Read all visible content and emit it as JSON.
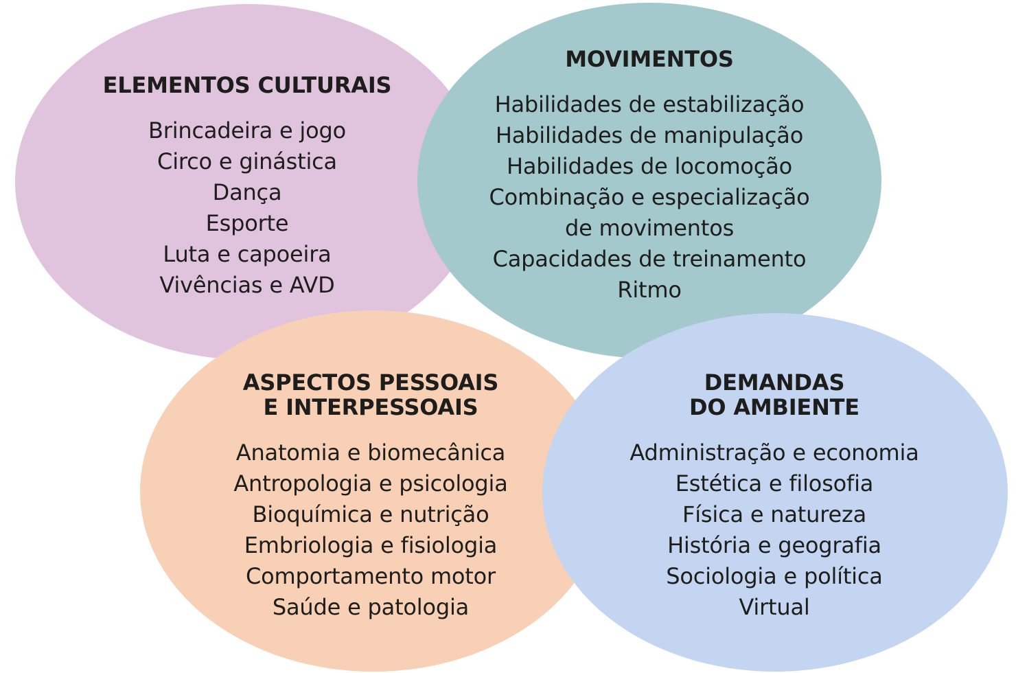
{
  "colors": {
    "elementos_culturais": "#e0c3dc",
    "movimentos": "#a4c9cd",
    "aspectos_pessoais": "#f8d0b5",
    "demandas_ambiente": "#c3d5f0",
    "text": "#1d1d1b"
  },
  "circles": {
    "elementos_culturais": {
      "title_lines": [
        "ELEMENTOS CULTURAIS"
      ],
      "items": [
        "Brincadeira e jogo",
        "Circo e ginástica",
        "Dança",
        "Esporte",
        "Luta e capoeira",
        "Vivências e AVD"
      ]
    },
    "movimentos": {
      "title_lines": [
        "MOVIMENTOS"
      ],
      "items": [
        "Habilidades de estabilização",
        "Habilidades de manipulação",
        "Habilidades de locomoção",
        "Combinação e especialização",
        "de movimentos",
        "Capacidades de treinamento",
        "Ritmo"
      ]
    },
    "aspectos_pessoais": {
      "title_lines": [
        "ASPECTOS PESSOAIS",
        "E INTERPESSOAIS"
      ],
      "items": [
        "Anatomia e biomecânica",
        "Antropologia e psicologia",
        "Bioquímica e nutrição",
        "Embriologia e fisiologia",
        "Comportamento motor",
        "Saúde e patologia"
      ]
    },
    "demandas_ambiente": {
      "title_lines": [
        "DEMANDAS",
        "DO AMBIENTE"
      ],
      "items": [
        "Administração e economia",
        "Estética e filosofia",
        "Física e natureza",
        "História e geografia",
        "Sociologia e política",
        "Virtual"
      ]
    }
  }
}
